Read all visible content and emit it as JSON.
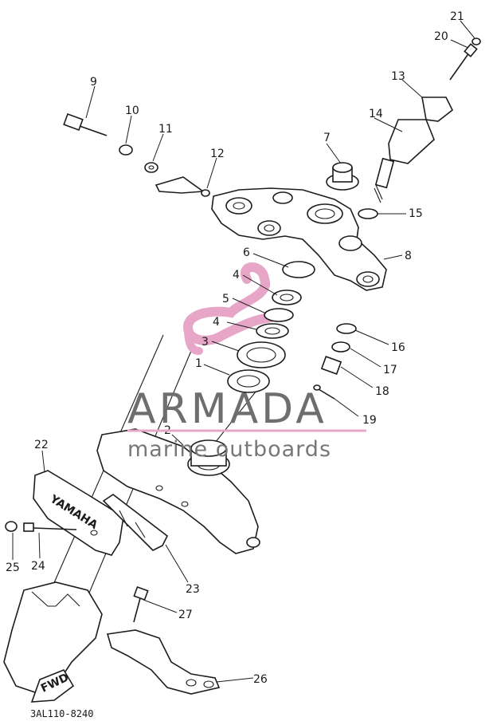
{
  "diagram": {
    "part_numbers": [
      "1",
      "2",
      "3",
      "4",
      "4",
      "5",
      "6",
      "7",
      "8",
      "9",
      "10",
      "11",
      "12",
      "13",
      "14",
      "15",
      "16",
      "17",
      "18",
      "19",
      "20",
      "21",
      "22",
      "23",
      "24",
      "25",
      "26",
      "27"
    ],
    "drawing_code": "3AL110-8240",
    "emblem_text": "YAMAHA",
    "direction_tag": "FWD"
  },
  "watermark": {
    "brand": "ARMADA",
    "tagline": "marine outboards",
    "accent_color": "#e7a6c8",
    "text_color": "#6e6e6e"
  }
}
